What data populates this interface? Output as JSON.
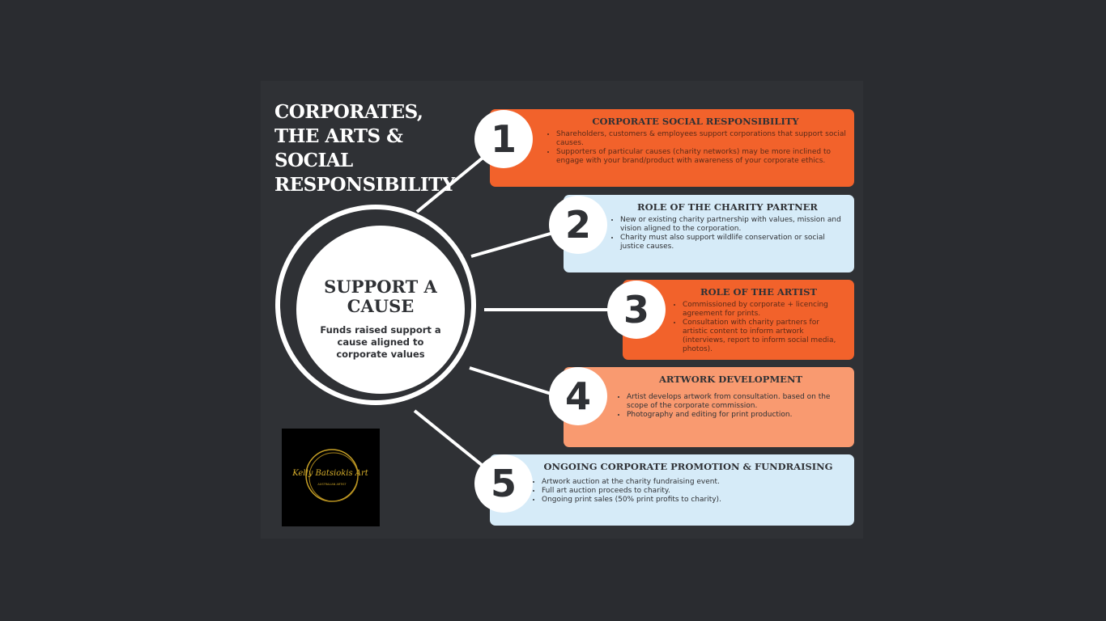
{
  "title": [
    "CORPORATES,",
    "THE ARTS &",
    "SOCIAL",
    "RESPONSIBILITY"
  ],
  "center": {
    "heading": "SUPPORT A CAUSE",
    "text": "Funds raised support a cause aligned to corporate values"
  },
  "steps": [
    {
      "number": "1",
      "heading": "CORPORATE SOCIAL RESPONSIBILITY",
      "bullets": [
        "Shareholders, customers & employees support corporations that support social causes.",
        "Supporters of particular causes (charity networks) may be more inclined to engage with your brand/product with awareness of your corporate ethics."
      ]
    },
    {
      "number": "2",
      "heading": "ROLE OF THE CHARITY PARTNER",
      "bullets": [
        "New or existing charity partnership with values, mission and vision aligned to the corporation.",
        "Charity must also support wildlife conservation or social justice causes."
      ]
    },
    {
      "number": "3",
      "heading": "ROLE OF THE ARTIST",
      "bullets": [
        "Commissioned by corporate + licencing agreement for prints.",
        "Consultation with charity partners for artistic content to inform artwork (interviews, report to inform social media, photos)."
      ]
    },
    {
      "number": "4",
      "heading": "ARTWORK DEVELOPMENT",
      "bullets": [
        "Artist develops artwork from consultation. based on the scope of the corporate commission.",
        "Photography and editing for print production."
      ]
    },
    {
      "number": "5",
      "heading": "ONGOING CORPORATE PROMOTION & FUNDRAISING",
      "bullets": [
        "Artwork auction at the charity fundraising event.",
        "Full art auction proceeds to charity.",
        "Ongoing print sales (50% print profits to charity)."
      ]
    }
  ],
  "logo": {
    "name": "Kelly Batsiokis Art",
    "subtitle": "AUSTRALIAN ARTIST"
  },
  "colors": {
    "orange": "#f2622b",
    "blue": "#d6ebf8",
    "salmon": "#f99a70",
    "gold": "#c9a227"
  }
}
